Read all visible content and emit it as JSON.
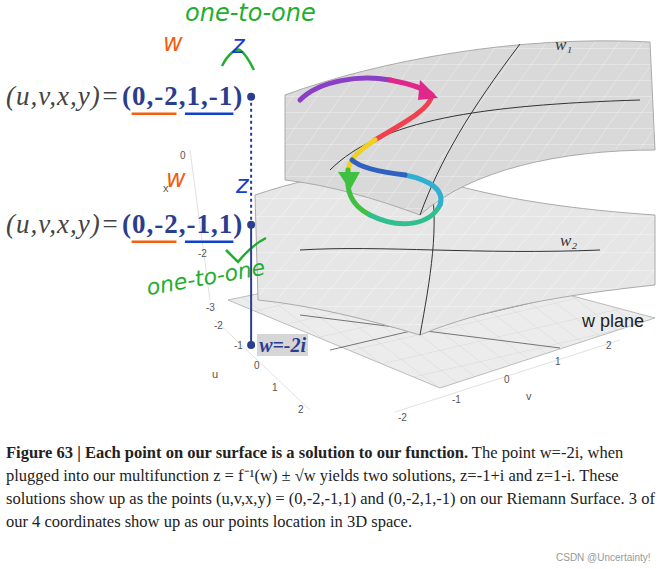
{
  "diagram": {
    "title": "Figure 63 | Each point on our surface is a solution to our function.",
    "caption": "The point w=-2i, when plugged into our multifunction z = f⁻¹(w) ± √w yields two solutions, z=-1+i and z=1-i. These solutions show up as the points (u,v,x,y) = (0,-2,-1,1) and (0,-2,1,-1) on our Riemann Surface. 3 of our 4 coordinates show up as our points location in 3D space.",
    "labels": [
      "one-to-one",
      "w",
      "z",
      "(u,v,x,y)=",
      "(0,-2,1,-1)",
      "w₁",
      "0",
      "x",
      "w",
      "z",
      "(u,v,x,y)=",
      "(0,-2,-1,1)",
      "w₂",
      "-2",
      "one-to-one",
      "-3",
      "-2",
      "-1",
      "u",
      "0",
      "w=-2i",
      "1",
      "2",
      "w plane",
      "2",
      "1",
      "0",
      "v",
      "-1",
      "-2",
      "CSDN @Uncertainty!"
    ]
  }
}
